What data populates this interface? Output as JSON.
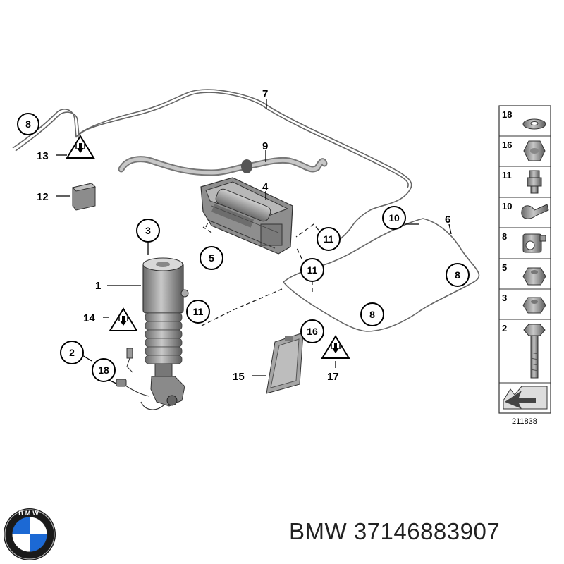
{
  "callouts": {
    "c1": "1",
    "c2": "2",
    "c3": "3",
    "c4": "4",
    "c5": "5",
    "c6": "6",
    "c7": "7",
    "c8a": "8",
    "c8b": "8",
    "c8c": "8",
    "c9": "9",
    "c10": "10",
    "c11a": "11",
    "c11b": "11",
    "c11c": "11",
    "c12": "12",
    "c13": "13",
    "c14": "14",
    "c15": "15",
    "c16": "16",
    "c17": "17",
    "c18": "18"
  },
  "parts_panel": {
    "items": [
      "18",
      "16",
      "11",
      "10",
      "8",
      "5",
      "3",
      "2"
    ],
    "code": "211838"
  },
  "footer": {
    "brand_text": "BMW 37146883907",
    "logo_letters": "BMW"
  },
  "colors": {
    "hose": "#666666",
    "part_fill": "#9a9a9a",
    "bmw_blue": "#1c69d4",
    "warning_fill": "#ffffff"
  }
}
